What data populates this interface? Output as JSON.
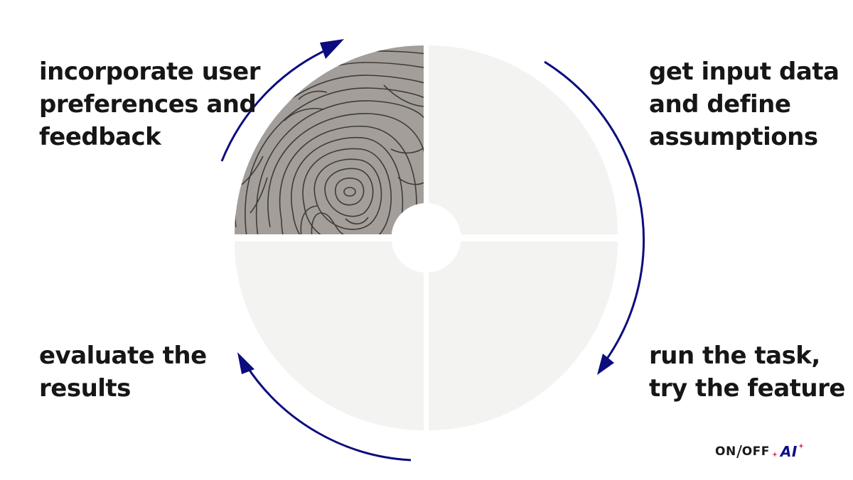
{
  "steps": {
    "incorporate": [
      "incorporate user",
      "preferences and",
      "feedback"
    ],
    "input": [
      "get input data",
      "and define",
      "assumptions"
    ],
    "run": [
      "run the task,",
      "try the feature"
    ],
    "evaluate": [
      "evaluate the",
      "results"
    ]
  },
  "logo": {
    "on": "ON",
    "off": "OFF",
    "ai": "AI"
  },
  "colors": {
    "arrow": "#0c0c7e",
    "quadrant_fill": "#f3f3f2",
    "texture_fill": "#a39e99",
    "texture_lines": "#3f3b38",
    "text": "#161616"
  }
}
